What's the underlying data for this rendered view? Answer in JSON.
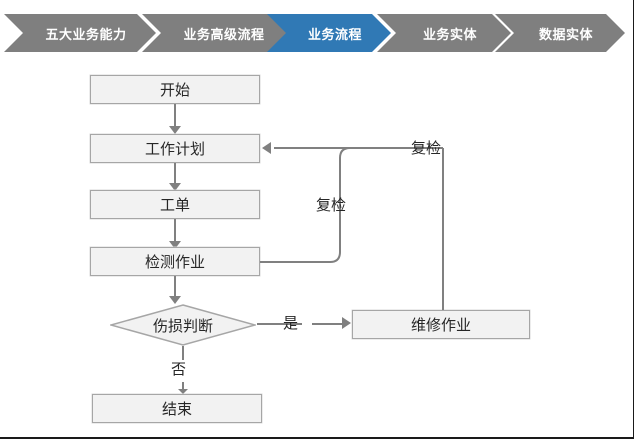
{
  "breadcrumb": {
    "items": [
      {
        "label": "五大业务能力",
        "state": "inactive"
      },
      {
        "label": "业务高级流程",
        "state": "inactive"
      },
      {
        "label": "业务流程",
        "state": "active"
      },
      {
        "label": "业务实体",
        "state": "inactive"
      },
      {
        "label": "数据实体",
        "state": "inactive"
      }
    ],
    "active_color": "#3079b5",
    "inactive_color": "#7f7f7f"
  },
  "flowchart": {
    "nodes": {
      "start": "开始",
      "work_plan": "工作计划",
      "work_order": "工单",
      "inspection": "检测作业",
      "decision": "伤损判断",
      "repair": "维修作业",
      "end": "结束"
    },
    "edge_labels": {
      "yes": "是",
      "no": "否",
      "recheck_inner": "复检",
      "recheck_outer": "复检"
    },
    "node_fill": "#f2f2f2",
    "node_border": "#a6a6a6",
    "connector_color": "#808080"
  }
}
